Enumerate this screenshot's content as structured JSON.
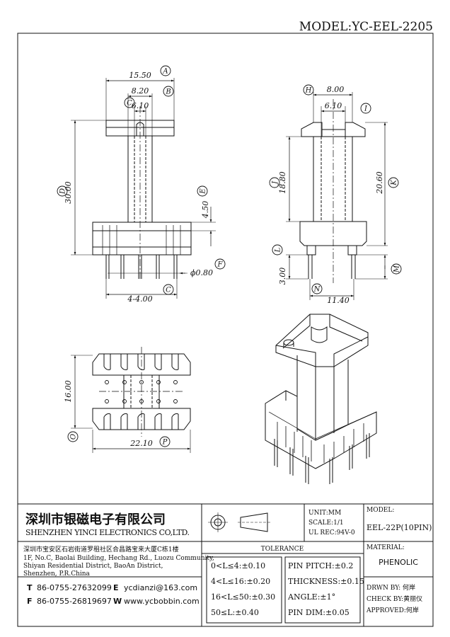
{
  "header": {
    "model": "MODEL:YC-EEL-2205"
  },
  "front_view": {
    "dims": [
      "15.50",
      "8.20",
      "6.10",
      "30.00",
      "4.50",
      "ϕ0.80",
      "4-4.00"
    ],
    "circles": [
      "A",
      "B",
      "C",
      "D",
      "E",
      "F",
      "C"
    ]
  },
  "side_view": {
    "dims": [
      "8.00",
      "6.10",
      "18.80",
      "20.60",
      "3.00",
      "11.40"
    ],
    "circles": [
      "H",
      "I",
      "J",
      "K",
      "L",
      "M",
      "N"
    ]
  },
  "bottom_view": {
    "dims": [
      "16.00",
      "22.10"
    ],
    "circles": [
      "O",
      "P"
    ]
  },
  "title_block": {
    "company_cn": "深圳市银磁电子有限公司",
    "company_en": "SHENZHEN YINCI ELECTRONICS CO,LTD.",
    "address_cn": "深圳市宝安区石岩街道罗租社区合昌路宝来大厦C栋1楼",
    "address_en": [
      "1F, No.C, Baolai Building, Hechang Rd., Luozu Community,",
      "Shiyan Residential District, BaoAn District,",
      "Shenzhen, P.R.China"
    ],
    "contacts": [
      {
        "key": "T",
        "value": "86-0755-27632099"
      },
      {
        "key": "F",
        "value": "86-0755-26819697"
      },
      {
        "key": "E",
        "value": "ycdianzi@163.com"
      },
      {
        "key": "W",
        "value": "www.ycbobbin.com"
      }
    ],
    "unit": "UNIT:MM",
    "scale": "SCALE:1/1",
    "ul_rec": "UL REC:94V-0",
    "tolerance_title": "TOLERANCE",
    "tolerance_left": [
      "0<L≤4:±0.10",
      "4<L≤16:±0.20",
      "16<L≤50:±0.30",
      "50≤L:±0.40"
    ],
    "tolerance_right": [
      "PIN PITCH:±0.2",
      "THICKNESS:±0.15",
      "ANGLE:±1°",
      "PIN DIM:±0.05"
    ],
    "model_label": "MODEL:",
    "model_value": "EEL-22P(10PIN)",
    "material_label": "MATERIAL:",
    "material_value": "PHENOLIC",
    "drawn_by": "DRWN BY: 何岸",
    "check_by": "CHECK BY:黄丽仪",
    "approved": "APPROVED:何岸"
  }
}
